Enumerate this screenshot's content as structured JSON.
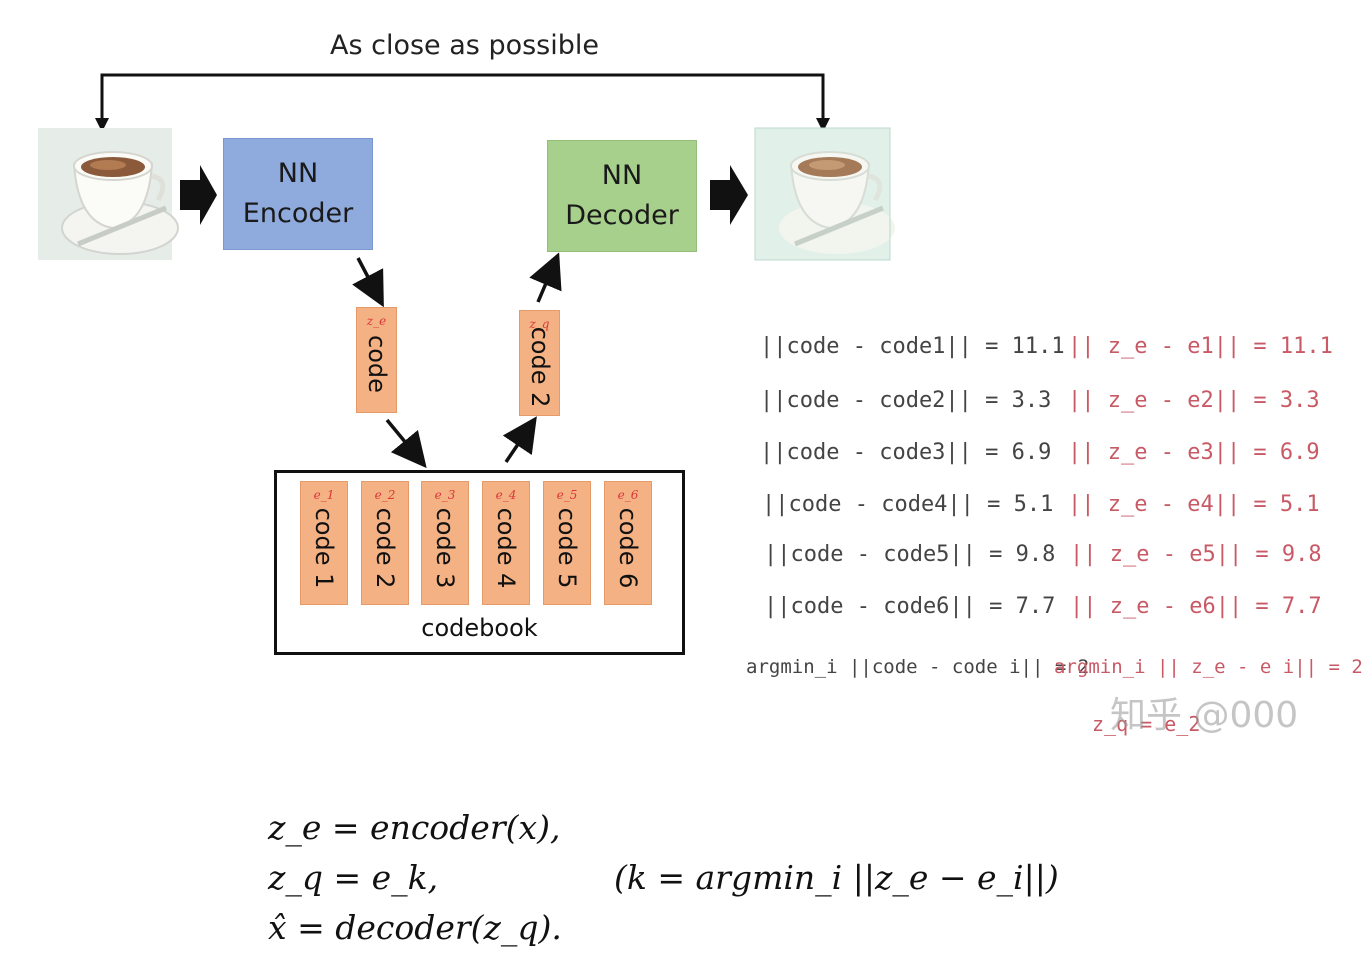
{
  "title": "As close as possible",
  "encoder": {
    "line1": "NN",
    "line2": "Encoder"
  },
  "decoder": {
    "line1": "NN",
    "line2": "Decoder"
  },
  "ze_code": {
    "sub": "z_e",
    "label": "code"
  },
  "zq_code": {
    "sub": "z_q",
    "label": "code 2"
  },
  "codebook": {
    "label": "codebook",
    "codes": [
      {
        "sub": "e_1",
        "label": "code 1"
      },
      {
        "sub": "e_2",
        "label": "code 2"
      },
      {
        "sub": "e_3",
        "label": "code 3"
      },
      {
        "sub": "e_4",
        "label": "code 4"
      },
      {
        "sub": "e_5",
        "label": "code 5"
      },
      {
        "sub": "e_6",
        "label": "code 6"
      }
    ]
  },
  "notes_left": [
    "||code - code1|| = 11.1",
    "||code - code2|| = 3.3",
    "||code - code3|| = 6.9",
    "||code - code4|| = 5.1",
    "||code - code5|| = 9.8",
    "||code - code6|| = 7.7",
    "argmin_i ||code - code i|| = 2"
  ],
  "notes_right": [
    "|| z_e - e1|| = 11.1",
    "|| z_e - e2|| = 3.3",
    "|| z_e - e3|| = 6.9",
    "|| z_e - e4|| = 5.1",
    "|| z_e - e5|| = 9.8",
    "|| z_e - e6|| = 7.7",
    "argmin_i || z_e - e i|| = 2",
    "z_q = e_2"
  ],
  "watermark": "知乎 @000",
  "equations": {
    "eq1": "z_e = encoder(x),",
    "eq2": "z_q = e_k,",
    "eq2b": "(k = argmin_i ||z_e − e_i||)",
    "eq3": "x̂ = decoder(z_q)."
  },
  "colors": {
    "encoder": "#8faadc",
    "decoder": "#a8d08d",
    "code": "#f4b183",
    "handwriting_red": "#c85a66"
  }
}
